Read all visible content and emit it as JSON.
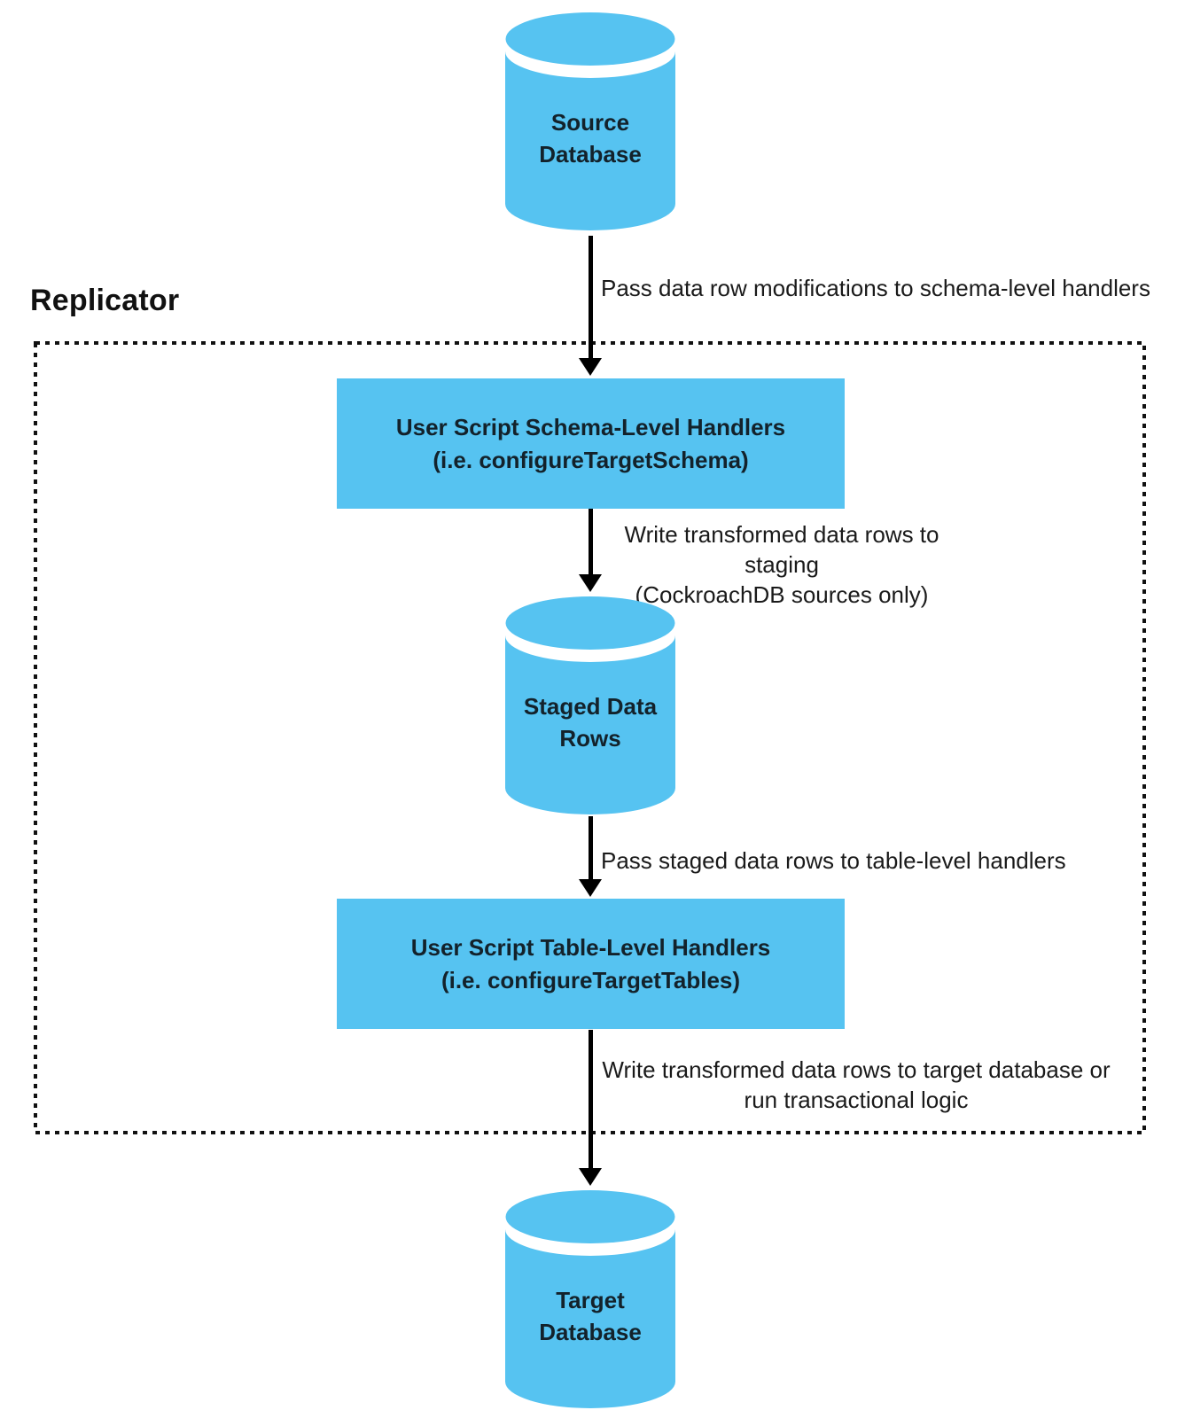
{
  "diagram": {
    "region_title": "Replicator",
    "colors": {
      "node_fill": "#56C3F1",
      "arrow": "#000000",
      "boundary": "#111111",
      "text": "#111111",
      "background": "#ffffff"
    },
    "nodes": {
      "source_db": {
        "shape": "cylinder",
        "lines": [
          "Source",
          "Database"
        ]
      },
      "schema_handlers": {
        "shape": "rect",
        "lines": [
          "User Script Schema-Level Handlers",
          "(i.e. configureTargetSchema)"
        ]
      },
      "staged_rows": {
        "shape": "cylinder",
        "lines": [
          "Staged Data",
          "Rows"
        ]
      },
      "table_handlers": {
        "shape": "rect",
        "lines": [
          "User Script Table-Level Handlers",
          "(i.e. configureTargetTables)"
        ]
      },
      "target_db": {
        "shape": "cylinder",
        "lines": [
          "Target",
          "Database"
        ]
      }
    },
    "edge_labels": {
      "source_to_schema": {
        "lines": [
          "Pass data row modifications to schema-level handlers"
        ]
      },
      "schema_to_staged": {
        "lines": [
          "Write transformed data rows to staging",
          "(CockroachDB sources only)"
        ]
      },
      "staged_to_table": {
        "lines": [
          "Pass staged data rows to table-level handlers"
        ]
      },
      "table_to_target": {
        "lines": [
          "Write transformed data rows to target database or",
          "run transactional logic"
        ]
      }
    }
  }
}
